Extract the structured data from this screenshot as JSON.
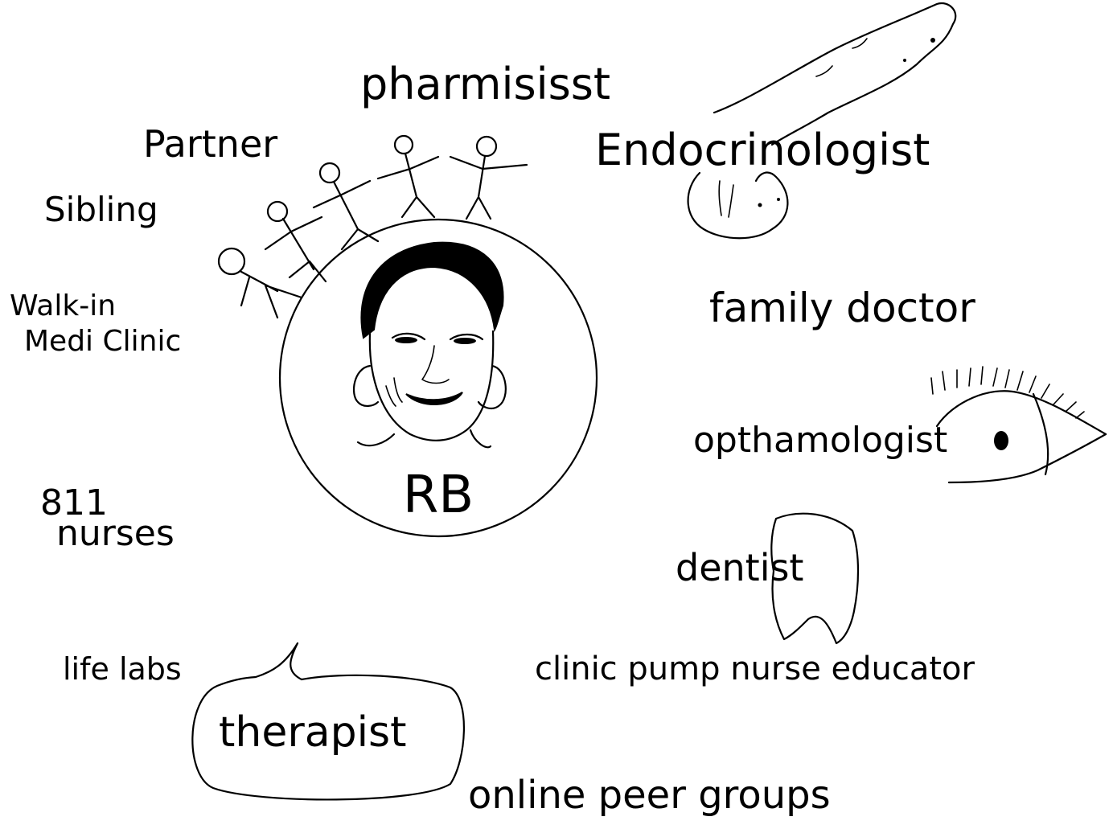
{
  "center": {
    "initials": "RB"
  },
  "labels": {
    "pharmacist": "pharmisisst",
    "partner": "Partner",
    "sibling": "Sibling",
    "walk_in_line1": "Walk-in",
    "walk_in_line2": "Medi Clinic",
    "nurses_line1": "811",
    "nurses_line2": "nurses",
    "life_labs": "life labs",
    "therapist": "therapist",
    "online_peer_groups": "online peer groups",
    "endocrinologist": "Endocrinologist",
    "family_doctor": "family doctor",
    "ophthalmologist": "opthamologist",
    "dentist": "dentist",
    "clinic_pump": "clinic pump nurse educator"
  },
  "icons": {
    "people_group": "stick-figures-icon",
    "pancreas": "pancreas-icon",
    "eye": "eye-icon",
    "tooth": "tooth-icon",
    "speech_bubble": "speech-bubble-icon",
    "face": "face-portrait-icon"
  },
  "colors": {
    "ink": "#000000",
    "paper": "#ffffff"
  }
}
